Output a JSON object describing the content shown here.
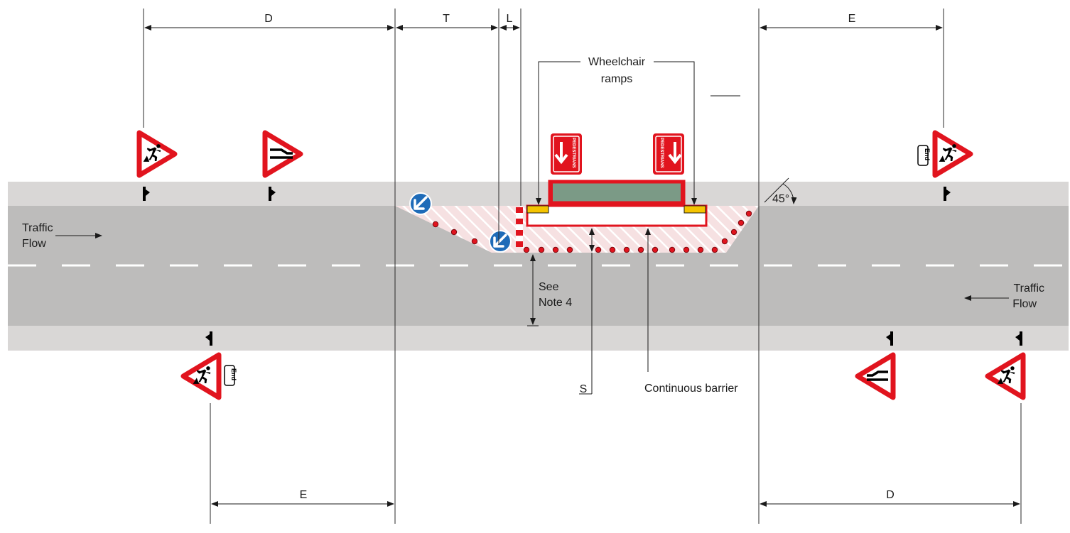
{
  "dimensions": {
    "D_top": "D",
    "T": "T",
    "L": "L",
    "E_top": "E",
    "E_bottom": "E",
    "D_bottom": "D",
    "S": "S"
  },
  "labels": {
    "wheelchair_line1": "Wheelchair",
    "wheelchair_line2": "ramps",
    "traffic_left_line1": "Traffic",
    "traffic_left_line2": "Flow",
    "traffic_right_line1": "Traffic",
    "traffic_right_line2": "Flow",
    "see_note_line1": "See",
    "see_note_line2": "Note 4",
    "continuous_barrier": "Continuous barrier",
    "angle": "45°",
    "pedestrians_sign_text": "PEDESTRIANS",
    "end_plate_text": "End"
  },
  "colors": {
    "footway": "#d9d7d6",
    "carriageway": "#bdbcbb",
    "red": "#e1141e",
    "hatch_bg": "#f6e1e2",
    "walkway_green": "#7b9a86",
    "ramp_yellow": "#f5c400",
    "keep_left_blue": "#1e6bb8",
    "dim_line": "#2a2a2a"
  },
  "signs": {
    "roadworks_icon": "roadworks-man-icon",
    "road_narrows_icon": "road-narrows-icon",
    "keep_left_icon": "keep-left-arrow-icon",
    "pedestrian_arrow_icon": "down-arrow-icon"
  }
}
